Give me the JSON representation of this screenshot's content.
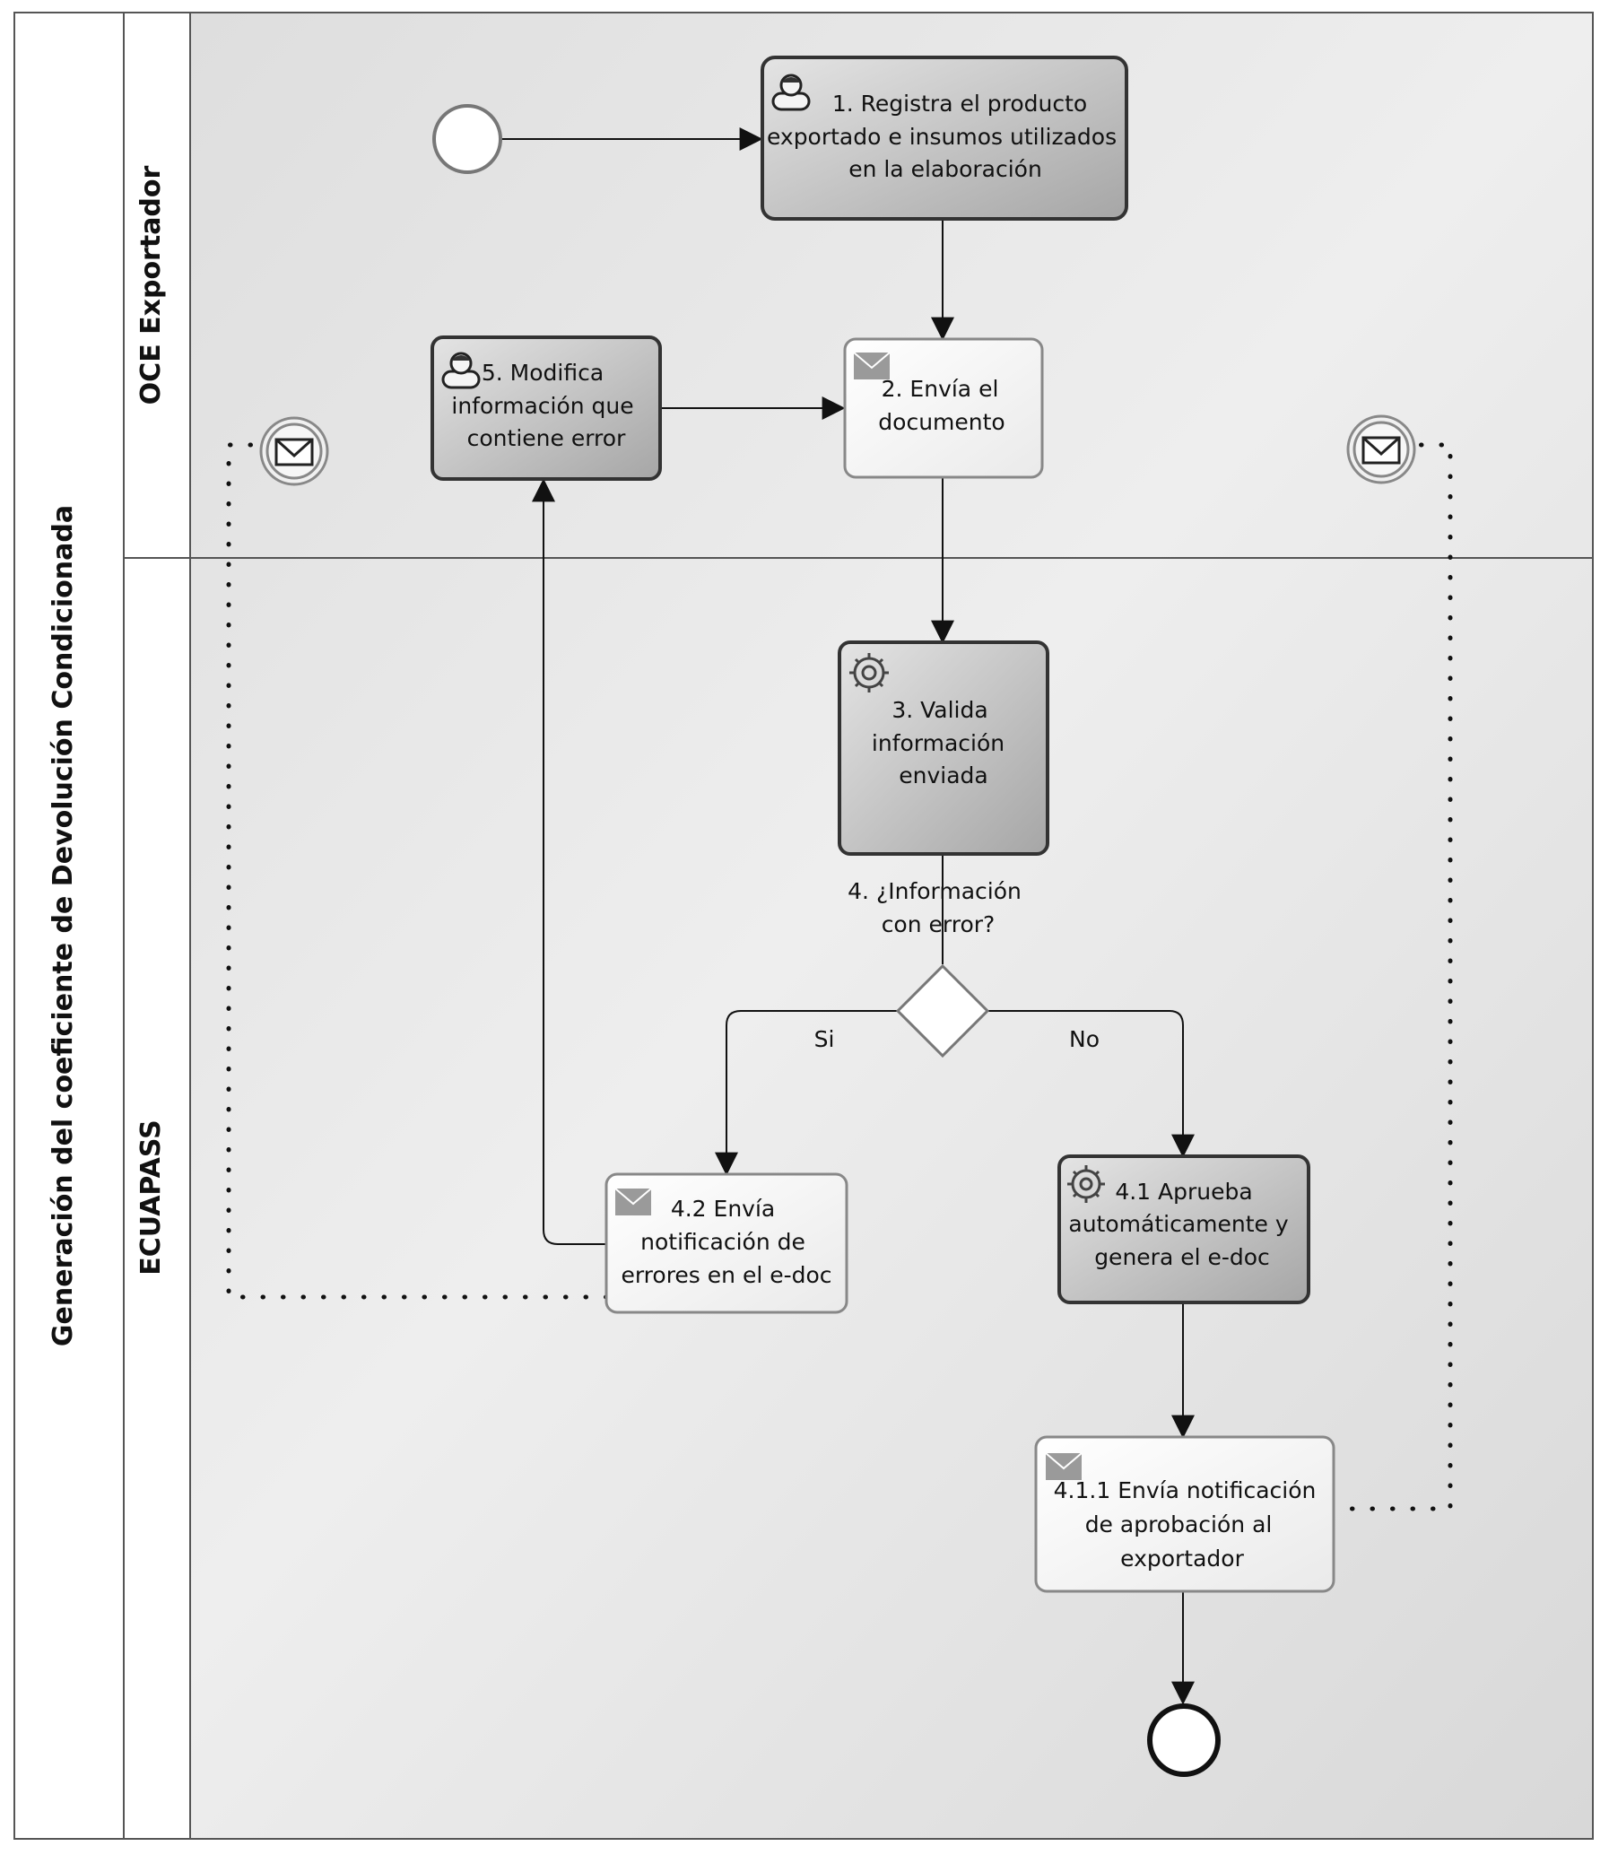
{
  "pool": {
    "title": "Generación del coeficiente de Devolución Condicionada"
  },
  "lanes": [
    {
      "id": "oce",
      "label": "OCE Exportador"
    },
    {
      "id": "ecuapass",
      "label": "ECUAPASS"
    }
  ],
  "tasks": [
    {
      "id": "t1",
      "kind": "user",
      "lines": [
        "1.  Registra el producto",
        "exportado e insumos utilizados",
        "en la elaboración"
      ]
    },
    {
      "id": "t2",
      "kind": "send",
      "lines": [
        "2. Envía el",
        "documento"
      ]
    },
    {
      "id": "t5",
      "kind": "user",
      "lines": [
        "5. Modifica",
        "información que",
        "contiene error"
      ]
    },
    {
      "id": "t3",
      "kind": "service",
      "lines": [
        "3. Valida",
        "información",
        "enviada"
      ]
    },
    {
      "id": "t41",
      "kind": "service",
      "lines": [
        "4.1 Aprueba",
        "automáticamente y",
        "genera el e-doc"
      ]
    },
    {
      "id": "t42",
      "kind": "send",
      "lines": [
        "4.2 Envía",
        "notificación de",
        "errores en el e-doc"
      ]
    },
    {
      "id": "t411",
      "kind": "send",
      "lines": [
        "4.1.1 Envía notificación",
        "de aprobación al",
        "exportador"
      ]
    }
  ],
  "gateway": {
    "question_lines": [
      "4. ¿Información",
      "con error?"
    ],
    "branch_yes": "Si",
    "branch_no": "No"
  },
  "events": [
    {
      "id": "start",
      "type": "start"
    },
    {
      "id": "end",
      "type": "end"
    },
    {
      "id": "msg-left",
      "type": "intermediate-message",
      "icon": "envelope-icon"
    },
    {
      "id": "msg-right",
      "type": "intermediate-message",
      "icon": "envelope-icon"
    }
  ],
  "colors": {
    "lane_bg": "#e2e2e2",
    "task_dark": "#bdbdbd",
    "task_light": "#f5f5f5",
    "line": "#1a1a1a",
    "border": "#555555"
  }
}
